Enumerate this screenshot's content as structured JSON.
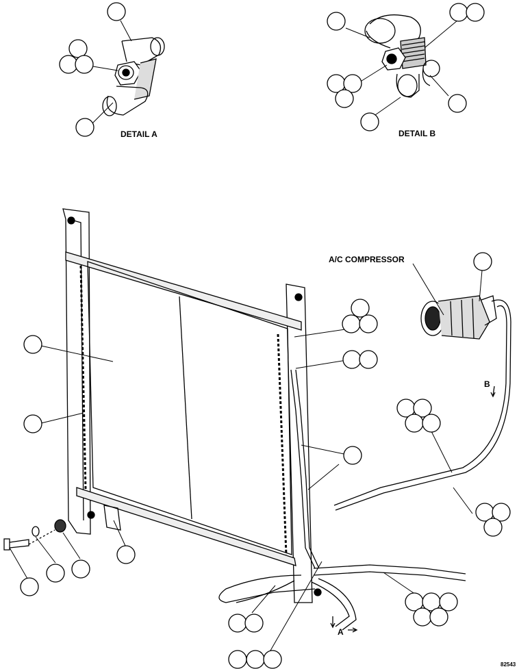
{
  "labels": {
    "detail_a": "DETAIL A",
    "detail_b": "DETAIL B",
    "compressor": "A/C COMPRESSOR",
    "marker_a": "A",
    "marker_b": "B",
    "figure_id": "82543"
  },
  "callout_groups": [
    {
      "name": "detail-a-top",
      "count": 1
    },
    {
      "name": "detail-a-left",
      "count": 3
    },
    {
      "name": "detail-a-bottom",
      "count": 1
    },
    {
      "name": "detail-b-left",
      "count": 1
    },
    {
      "name": "detail-b-top-right",
      "count": 2
    },
    {
      "name": "detail-b-mid-left",
      "count": 3
    },
    {
      "name": "detail-b-right",
      "count": 1
    },
    {
      "name": "detail-b-bottom",
      "count": 1
    },
    {
      "name": "compressor",
      "count": 1
    },
    {
      "name": "frame-upper-right",
      "count": 3
    },
    {
      "name": "frame-mid-right",
      "count": 2
    },
    {
      "name": "condenser-core",
      "count": 1
    },
    {
      "name": "side-bracket",
      "count": 1
    },
    {
      "name": "hose-clips",
      "count": 1
    },
    {
      "name": "hose-mid",
      "count": 4
    },
    {
      "name": "hose-lower-right",
      "count": 3
    },
    {
      "name": "bolt",
      "count": 1
    },
    {
      "name": "washer",
      "count": 1
    },
    {
      "name": "nut",
      "count": 1
    },
    {
      "name": "bottom-mount",
      "count": 1
    },
    {
      "name": "lower-left-pair",
      "count": 2
    },
    {
      "name": "bottom-triple",
      "count": 3
    },
    {
      "name": "bottom-right-cluster",
      "count": 5
    }
  ]
}
